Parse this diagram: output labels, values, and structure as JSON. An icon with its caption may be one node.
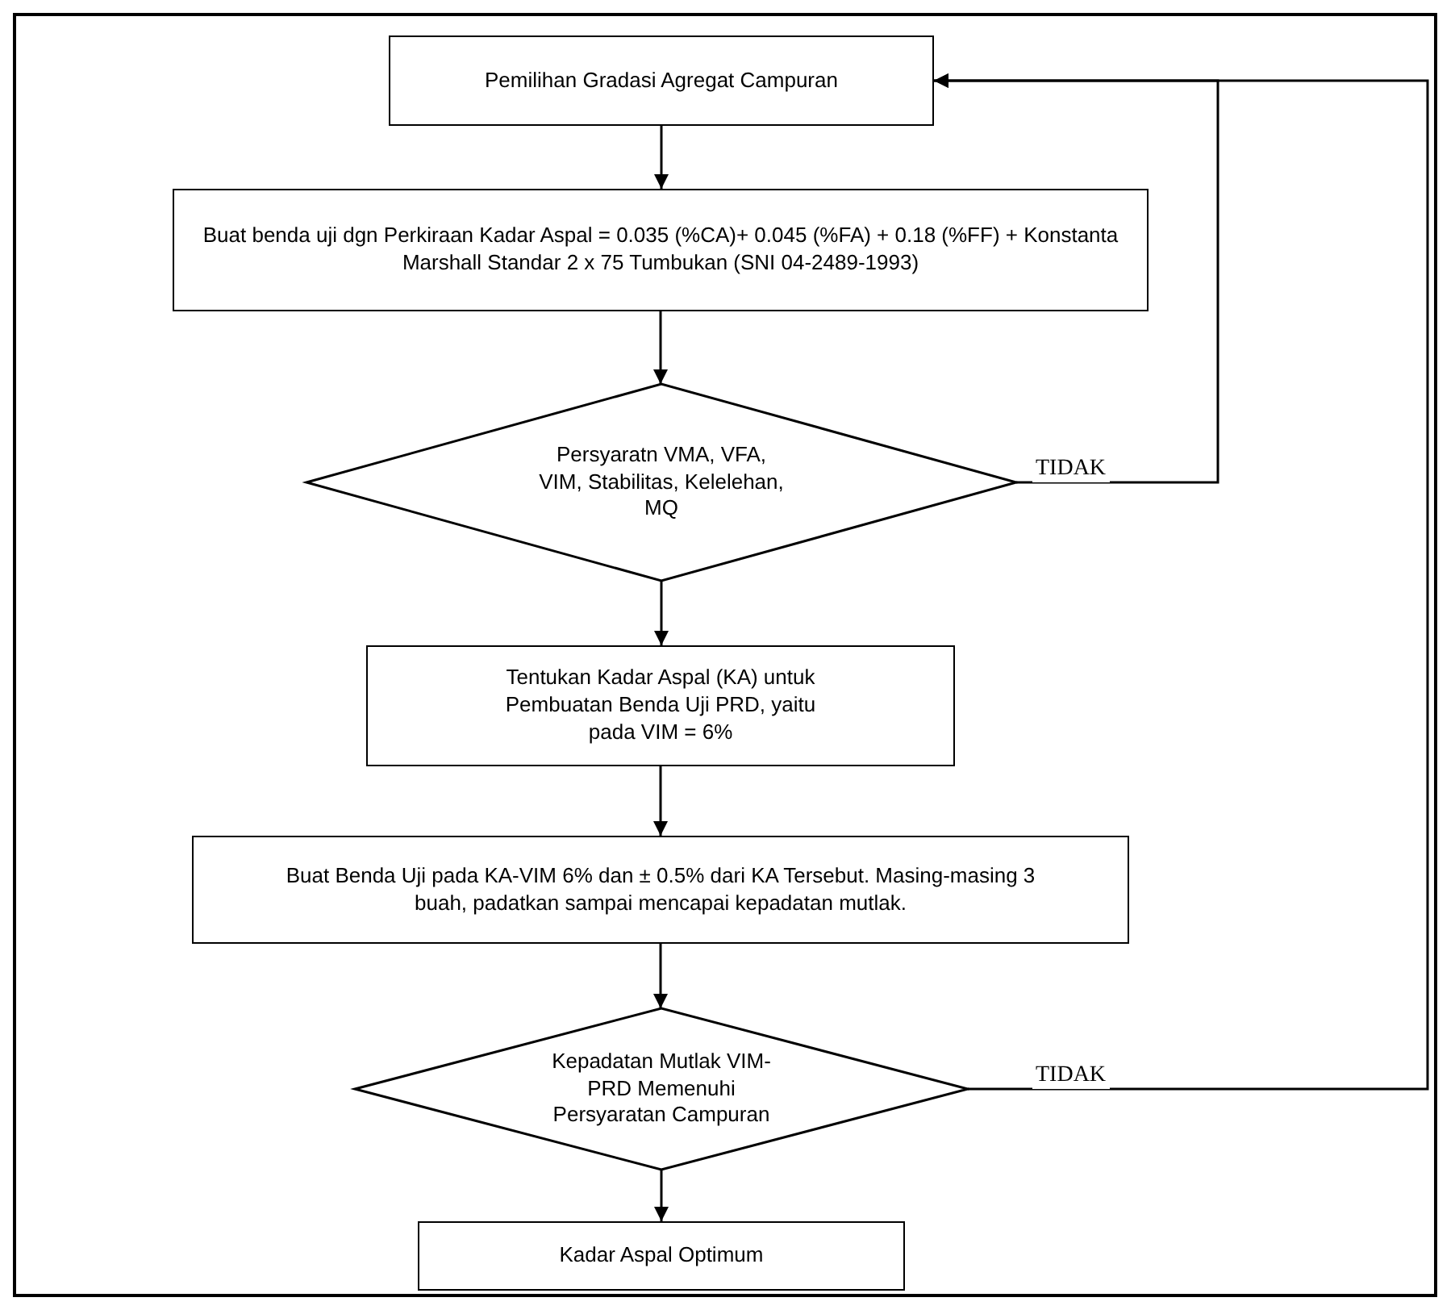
{
  "diagram": {
    "nodes": [
      {
        "text": [
          "Pemilihan Gradasi Agregat Campuran"
        ]
      },
      {
        "text": [
          "Buat benda uji dgn Perkiraan Kadar Aspal = 0.035 (%CA)+ 0.045 (%FA) + 0.18 (%FF) + Konstanta",
          "Marshall Standar 2 x 75 Tumbukan (SNI 04-2489-1993)"
        ]
      },
      {
        "text": [
          "Persyaratn VMA, VFA, VIM, Stabilitas, Kelelehan, MQ"
        ]
      },
      {
        "text": [
          "Tentukan Kadar Aspal (KA) untuk Pembuatan Benda Uji PRD, yaitu pada VIM = 6%"
        ]
      },
      {
        "text": [
          "Buat Benda Uji pada KA-VIM 6% dan ± 0.5% dari KA Tersebut. Masing-masing 3 buah, padatkan sampai mencapai kepadatan mutlak."
        ]
      },
      {
        "text": [
          "Kepadatan Mutlak VIM-PRD Memenuhi Persyaratan Campuran"
        ]
      },
      {
        "text": [
          "Kadar Aspal Optimum"
        ]
      }
    ],
    "edges": [
      {
        "from": 0,
        "to": 1,
        "arrow": "to"
      },
      {
        "from": 1,
        "to": 2,
        "arrow": "to"
      },
      {
        "from": 2,
        "to": 3,
        "arrow": "to"
      },
      {
        "from": 3,
        "to": 4,
        "arrow": "to"
      },
      {
        "from": 4,
        "to": 5,
        "arrow": "to"
      },
      {
        "from": 5,
        "to": 6,
        "arrow": "to"
      },
      {
        "from": 2,
        "to": 0,
        "arrow": "to",
        "label": "TIDAK"
      },
      {
        "from": 5,
        "to": 0,
        "arrow": "to",
        "label": "TIDAK"
      }
    ]
  }
}
